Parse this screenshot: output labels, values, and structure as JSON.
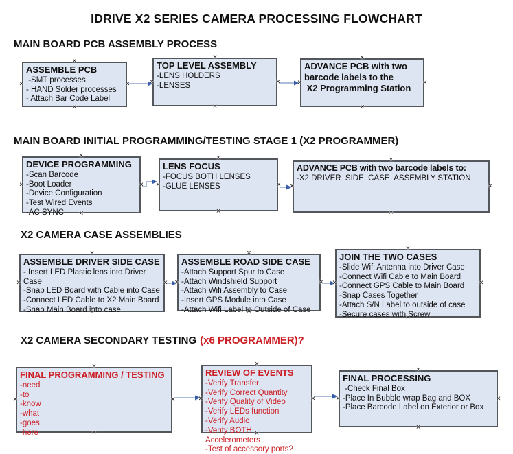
{
  "title": "IDRIVE X2  SERIES CAMERA PROCESSING FLOWCHART",
  "handle_glyph": "×",
  "colors": {
    "red": "#cc2026",
    "black": "#111111",
    "box_fill": "#dee5f2",
    "box_border": "#53565b",
    "arrow_line": "#8fa5cd",
    "arrow_head": "#3a5da9"
  },
  "sections": [
    {
      "heading_main": "MAIN BOARD PCB ASSEMBLY PROCESS",
      "heading_accent": "",
      "boxes": [
        {
          "header": "ASSEMBLE PCB",
          "items": [
            " -SMT processes",
            "- HAND Solder processes",
            "- Attach Bar Code Label"
          ]
        },
        {
          "header": "TOP LEVEL ASSEMBLY",
          "items": [
            "-LENS HOLDERS",
            "-LENSES"
          ]
        },
        {
          "header": "ADVANCE PCB with two\nbarcode labels to the\n X2 Programming Station",
          "items": []
        }
      ]
    },
    {
      "heading_main": "MAIN BOARD INITIAL PROGRAMMING/TESTING STAGE 1 (X2 PROGRAMMER)",
      "heading_accent": "",
      "boxes": [
        {
          "header": "DEVICE PROGRAMMING",
          "items": [
            "-Scan Barcode",
            "-Boot Loader",
            "-Device Configuration",
            "-Test Wired Events",
            "-AC SYNC"
          ]
        },
        {
          "header": "LENS FOCUS",
          "items": [
            "-FOCUS BOTH LENSES",
            "-GLUE LENSES"
          ]
        },
        {
          "header": "ADVANCE PCB with two barcode labels to:",
          "items": [
            "-X2 DRIVER  SIDE  CASE  ASSEMBLY STATION"
          ]
        }
      ]
    },
    {
      "heading_main": "X2 CAMERA CASE ASSEMBLIES",
      "heading_accent": "",
      "boxes": [
        {
          "header": "ASSEMBLE DRIVER SIDE CASE",
          "items": [
            "- Insert LED Plastic lens into Driver Case",
            "-Snap LED Board with Cable into Case",
            "-Connect LED Cable to X2 Main Board",
            "-Snap Main Board into case"
          ]
        },
        {
          "header": "ASSEMBLE ROAD SIDE CASE",
          "items": [
            "-Attach Support Spur to Case",
            "-Attach Windshield Support",
            "-Attach Wifi Assembly to Case",
            "-Insert GPS Module into Case",
            "-Attach Wifi Label to Outside of Case"
          ]
        },
        {
          "header": "JOIN THE TWO CASES",
          "items": [
            "-Slide Wifi Antenna into Driver Case",
            "-Connect Wifi Cable to Main Board",
            "-Connect GPS Cable to Main Board",
            "-Snap Cases Together",
            "-Attach S/N Label to outside of case",
            "-Secure cases with Screw"
          ]
        }
      ]
    },
    {
      "heading_main": "X2 CAMERA SECONDARY TESTING",
      "heading_accent": "(x6 PROGRAMMER)?",
      "boxes": [
        {
          "header": "FINAL PROGRAMMING / TESTING",
          "text_color": "#cc2026",
          "items": [
            "-need",
            "-to",
            "-know",
            "-what",
            "-goes",
            "-here"
          ]
        },
        {
          "header": "REVIEW OF EVENTS",
          "text_color": "#cc2026",
          "items": [
            "-Verify Transfer",
            "-Verify Correct Quantity",
            "-Verify Quality of Video",
            "-Verify LEDs function",
            "-Verify Audio",
            "-Verify BOTH Accelerometers",
            "-Test of accessory ports?"
          ]
        },
        {
          "header": "FINAL PROCESSING",
          "items": [
            " -Check Final Box",
            "-Place In Bubble wrap Bag and BOX",
            "-Place Barcode Label on Exterior or Box"
          ]
        }
      ]
    }
  ]
}
